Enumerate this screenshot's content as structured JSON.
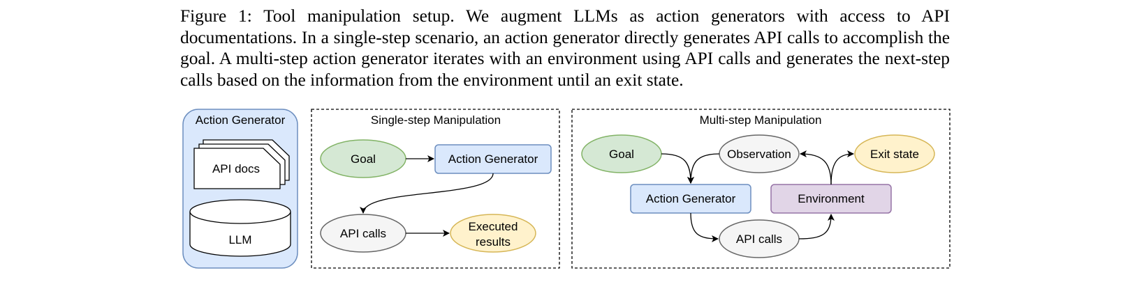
{
  "caption": {
    "label": "Figure 1:",
    "text": "Tool manipulation setup. We augment LLMs as action generators with access to API documentations. In a single-step scenario, an action generator directly generates API calls to accomplish the goal. A multi-step action generator iterates with an environment using API calls and generates the next-step calls based on the information from the environment until an exit state."
  },
  "panels": {
    "action_generator": {
      "title": "Action Generator",
      "docs_label": "API docs",
      "llm_label": "LLM"
    },
    "single_step": {
      "title": "Single-step Manipulation",
      "goal": "Goal",
      "action_generator": "Action Generator",
      "api_calls": "API calls",
      "results_line1": "Executed",
      "results_line2": "results"
    },
    "multi_step": {
      "title": "Multi-step Manipulation",
      "goal": "Goal",
      "observation": "Observation",
      "exit_state": "Exit state",
      "action_generator": "Action Generator",
      "environment": "Environment",
      "api_calls": "API calls"
    }
  },
  "colors": {
    "blue_fill": "#dae8fc",
    "blue_stroke": "#6c8ebf",
    "green_fill": "#d5e8d4",
    "green_stroke": "#82b366",
    "gray_fill": "#f5f5f5",
    "gray_stroke": "#666666",
    "yellow_fill": "#fff2cc",
    "yellow_stroke": "#d6b656",
    "purple_fill": "#e1d5e7",
    "purple_stroke": "#9673a6"
  }
}
